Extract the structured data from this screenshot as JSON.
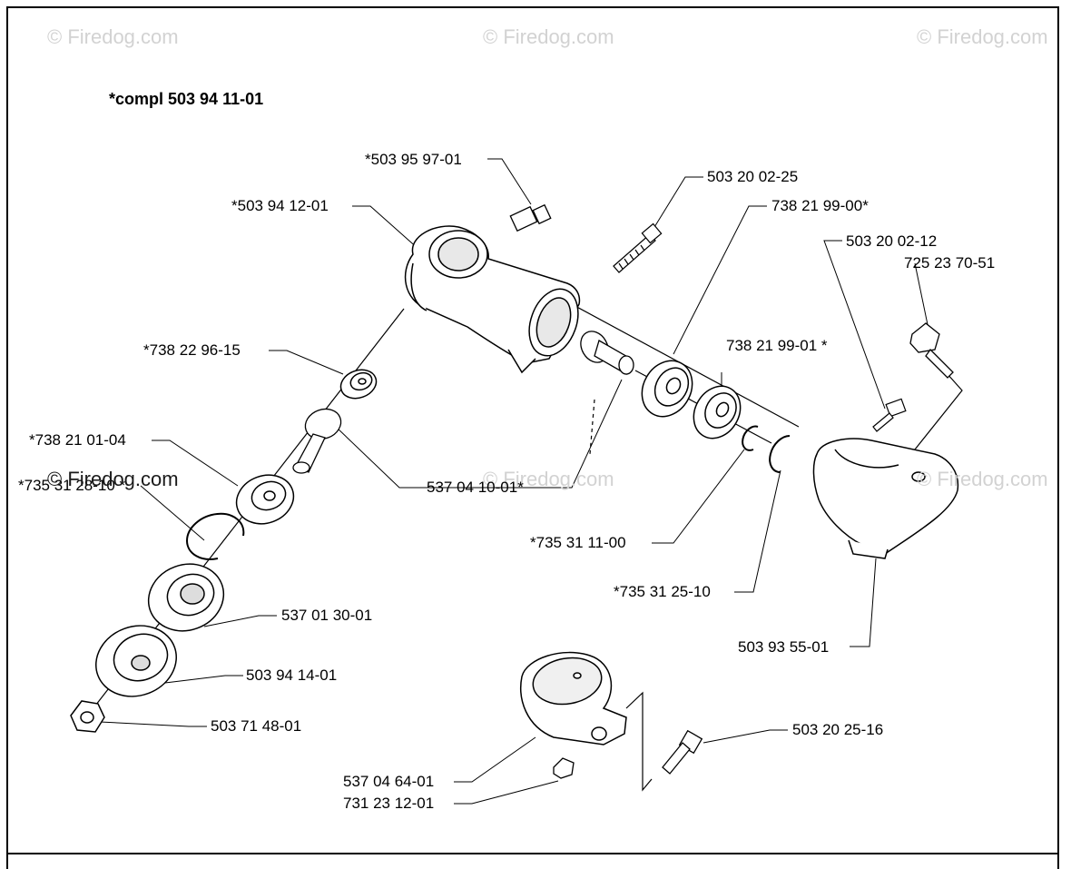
{
  "title": "*compl 503 94 11-01",
  "watermark": "© Firedog.com",
  "colors": {
    "line": "#000000",
    "watermark": "#d2d2d2",
    "part_fill": "#ffffff",
    "shade": "#9a9a9a"
  },
  "labels": {
    "p503959701": "*503 95 97-01",
    "p503941201": "*503 94 12-01",
    "p503200225": "503 20 02-25",
    "p738219900": "738 21 99-00*",
    "p503200212": "503 20 02-12",
    "p725237051": "725 23 70-51",
    "p738229615": "*738 22 96-15",
    "p738219901": "738 21 99-01 *",
    "p738210104": "*738 21 01-04",
    "p735312810": "*735 31 28-10 *",
    "p537041001": "537 04 10-01*",
    "p735311100": "*735 31 11-00",
    "p735312510": "*735 31 25-10",
    "p537013001": "537 01 30-01",
    "p503935501": "503 93 55-01",
    "p503941401": "503 94 14-01",
    "p503714801": "503 71 48-01",
    "p503202516": "503 20 25-16",
    "p537046401": "537 04 64-01",
    "p731231201": "731 23 12-01"
  }
}
